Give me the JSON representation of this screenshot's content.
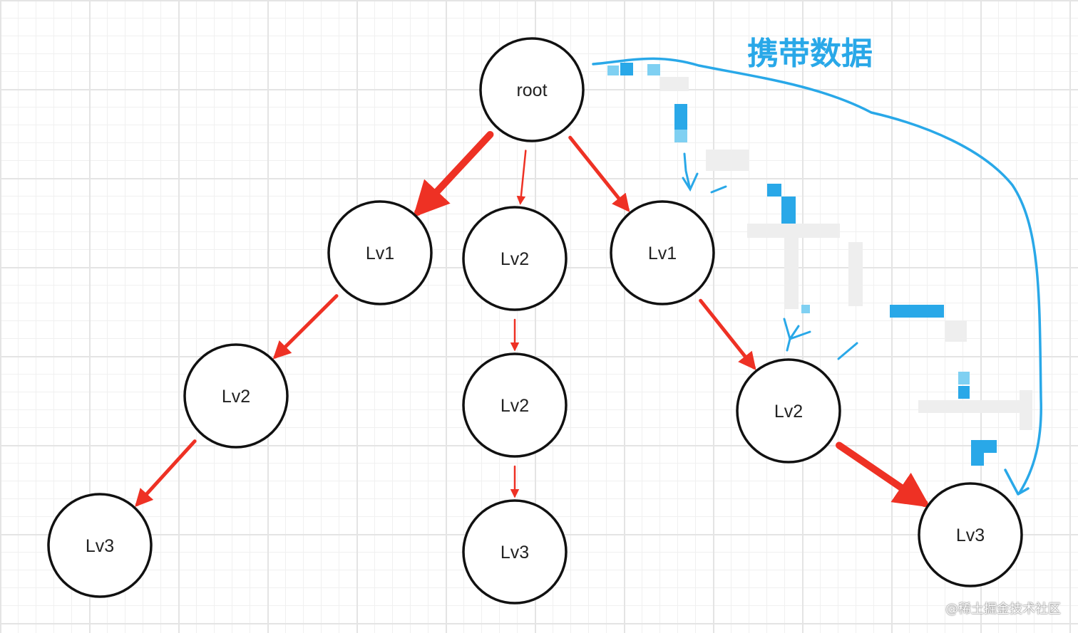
{
  "colors": {
    "edge": "#ee3124",
    "node_stroke": "#111111",
    "annotation": "#29a8e8"
  },
  "nodes": [
    {
      "id": "root",
      "label": "root"
    },
    {
      "id": "l1a",
      "label": "Lv1"
    },
    {
      "id": "l2m",
      "label": "Lv2"
    },
    {
      "id": "l1b",
      "label": "Lv1"
    },
    {
      "id": "l2a",
      "label": "Lv2"
    },
    {
      "id": "l2mm",
      "label": "Lv2"
    },
    {
      "id": "l2b",
      "label": "Lv2"
    },
    {
      "id": "l3a",
      "label": "Lv3"
    },
    {
      "id": "l3m",
      "label": "Lv3"
    },
    {
      "id": "l3b",
      "label": "Lv3"
    }
  ],
  "edges": [
    {
      "from": "root",
      "to": "l1a",
      "weight": "bold"
    },
    {
      "from": "root",
      "to": "l2m",
      "weight": "thin"
    },
    {
      "from": "root",
      "to": "l1b",
      "weight": "medium"
    },
    {
      "from": "l1a",
      "to": "l2a",
      "weight": "medium"
    },
    {
      "from": "l2a",
      "to": "l3a",
      "weight": "medium"
    },
    {
      "from": "l2m",
      "to": "l2mm",
      "weight": "thin"
    },
    {
      "from": "l2mm",
      "to": "l3m",
      "weight": "thin"
    },
    {
      "from": "l1b",
      "to": "l2b",
      "weight": "medium"
    },
    {
      "from": "l2b",
      "to": "l3b",
      "weight": "bold"
    }
  ],
  "annotation": {
    "label": "携带数据",
    "from": "root",
    "to": "l3b"
  },
  "watermark": "@稀土掘金技术社区"
}
